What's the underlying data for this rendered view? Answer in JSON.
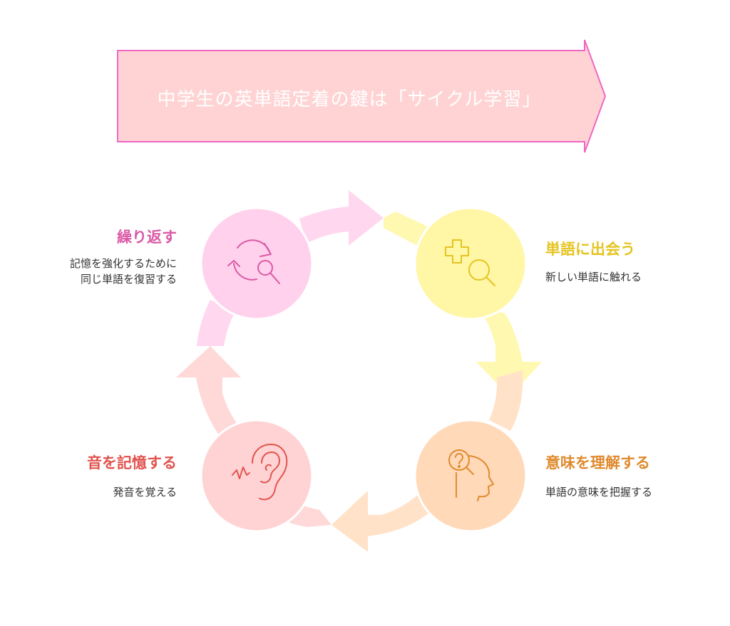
{
  "banner": {
    "title": "中学生の英単語定着の鍵は「サイクル学習」"
  },
  "steps": [
    {
      "key": "encounter",
      "title": "単語に出会う",
      "desc_lines": [
        "新しい単語に触れる"
      ],
      "icon": "plus-magnifier-icon",
      "color": "#e5c421",
      "circle": "#fff6a6",
      "arrow": "#fff8b0"
    },
    {
      "key": "understand",
      "title": "意味を理解する",
      "desc_lines": [
        "単語の意味を把握する"
      ],
      "icon": "head-question-icon",
      "color": "#e08a2e",
      "circle": "#ffd9b8",
      "arrow": "#ffe2c8"
    },
    {
      "key": "memorize",
      "title": "音を記憶する",
      "desc_lines": [
        "発音を覚える"
      ],
      "icon": "ear-icon",
      "color": "#e0544f",
      "circle": "#ffd3d3",
      "arrow": "#ffd8d8"
    },
    {
      "key": "repeat",
      "title": "繰り返す",
      "desc_lines": [
        "記憶を強化するために",
        "同じ単語を復習する"
      ],
      "icon": "refresh-magnifier-icon",
      "color": "#db5aa6",
      "circle": "#ffd1ec",
      "arrow": "#ffd8f0"
    }
  ],
  "colors": {
    "banner_fill": "#ffd3d3",
    "banner_stroke": "#f068c4"
  }
}
